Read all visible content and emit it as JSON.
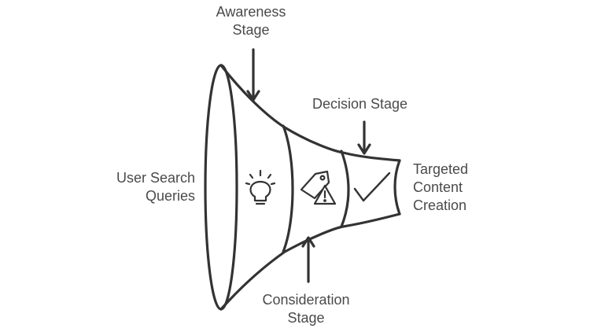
{
  "labels": {
    "awareness": [
      "Awareness",
      "Stage"
    ],
    "decision": "Decision Stage",
    "user_queries": [
      "User Search",
      "Queries"
    ],
    "targeted": [
      "Targeted",
      "Content",
      "Creation"
    ],
    "consideration": [
      "Consideration",
      "Stage"
    ]
  },
  "icons": {
    "awareness": "lightbulb-icon",
    "consideration": "warning-tag-icon",
    "decision": "checkmark-icon"
  },
  "colors": {
    "stroke": "#333333",
    "text": "#4a4a4a",
    "background": "#ffffff"
  }
}
